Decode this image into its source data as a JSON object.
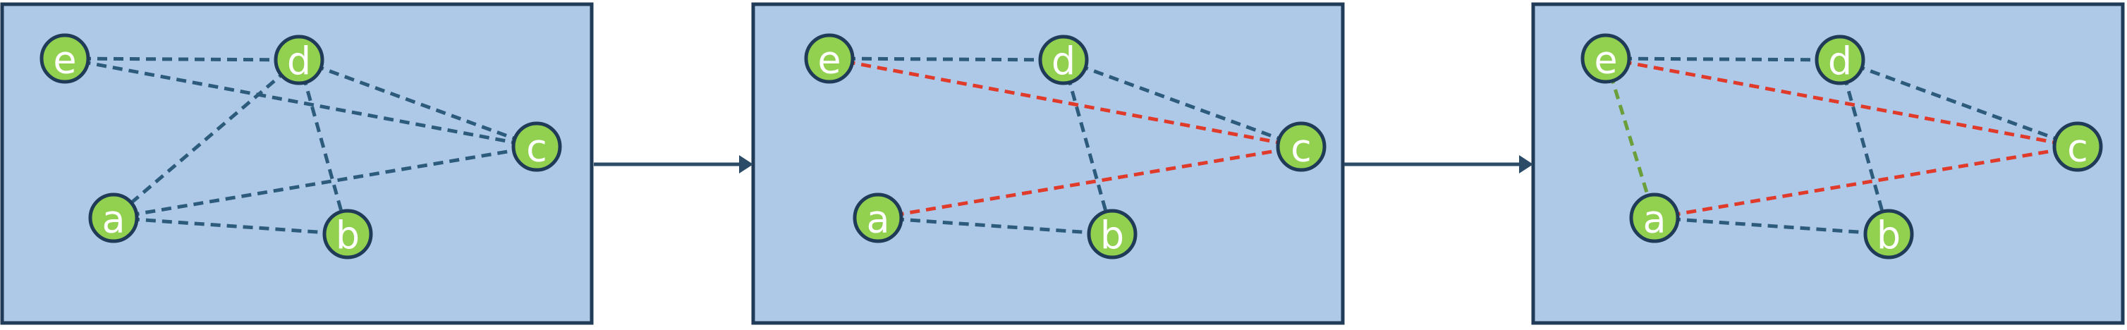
{
  "colors": {
    "panel_fill": "#aec8e8",
    "panel_border": "#1f3b57",
    "node_fill": "#92d050",
    "node_label": "#ffffff",
    "edge_default": "#2c5b7c",
    "edge_red": "#e03a2a",
    "edge_green": "#6a9f3a",
    "arrow": "#2c4b67"
  },
  "nodes": [
    {
      "id": "e",
      "label": "e"
    },
    {
      "id": "d",
      "label": "d"
    },
    {
      "id": "c",
      "label": "c"
    },
    {
      "id": "a",
      "label": "a"
    },
    {
      "id": "b",
      "label": "b"
    }
  ],
  "panels": [
    {
      "edges": [
        {
          "from": "e",
          "to": "d",
          "color": "default"
        },
        {
          "from": "e",
          "to": "c",
          "color": "default"
        },
        {
          "from": "d",
          "to": "c",
          "color": "default"
        },
        {
          "from": "d",
          "to": "a",
          "color": "default"
        },
        {
          "from": "d",
          "to": "b",
          "color": "default"
        },
        {
          "from": "a",
          "to": "c",
          "color": "default"
        },
        {
          "from": "a",
          "to": "b",
          "color": "default"
        }
      ]
    },
    {
      "edges": [
        {
          "from": "e",
          "to": "d",
          "color": "default"
        },
        {
          "from": "e",
          "to": "c",
          "color": "red"
        },
        {
          "from": "d",
          "to": "c",
          "color": "default"
        },
        {
          "from": "d",
          "to": "b",
          "color": "default"
        },
        {
          "from": "a",
          "to": "c",
          "color": "red"
        },
        {
          "from": "a",
          "to": "b",
          "color": "default"
        }
      ]
    },
    {
      "edges": [
        {
          "from": "e",
          "to": "d",
          "color": "default"
        },
        {
          "from": "e",
          "to": "c",
          "color": "red"
        },
        {
          "from": "e",
          "to": "a",
          "color": "green"
        },
        {
          "from": "d",
          "to": "c",
          "color": "default"
        },
        {
          "from": "d",
          "to": "b",
          "color": "default"
        },
        {
          "from": "a",
          "to": "c",
          "color": "red"
        },
        {
          "from": "a",
          "to": "b",
          "color": "default"
        }
      ]
    }
  ]
}
